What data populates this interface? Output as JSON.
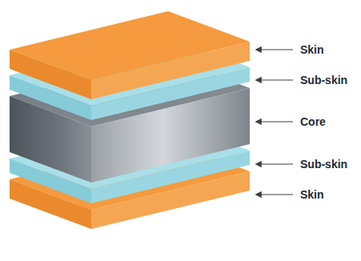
{
  "diagram": {
    "labels": [
      "Skin",
      "Sub-skin",
      "Core",
      "Sub-skin",
      "Skin"
    ]
  }
}
